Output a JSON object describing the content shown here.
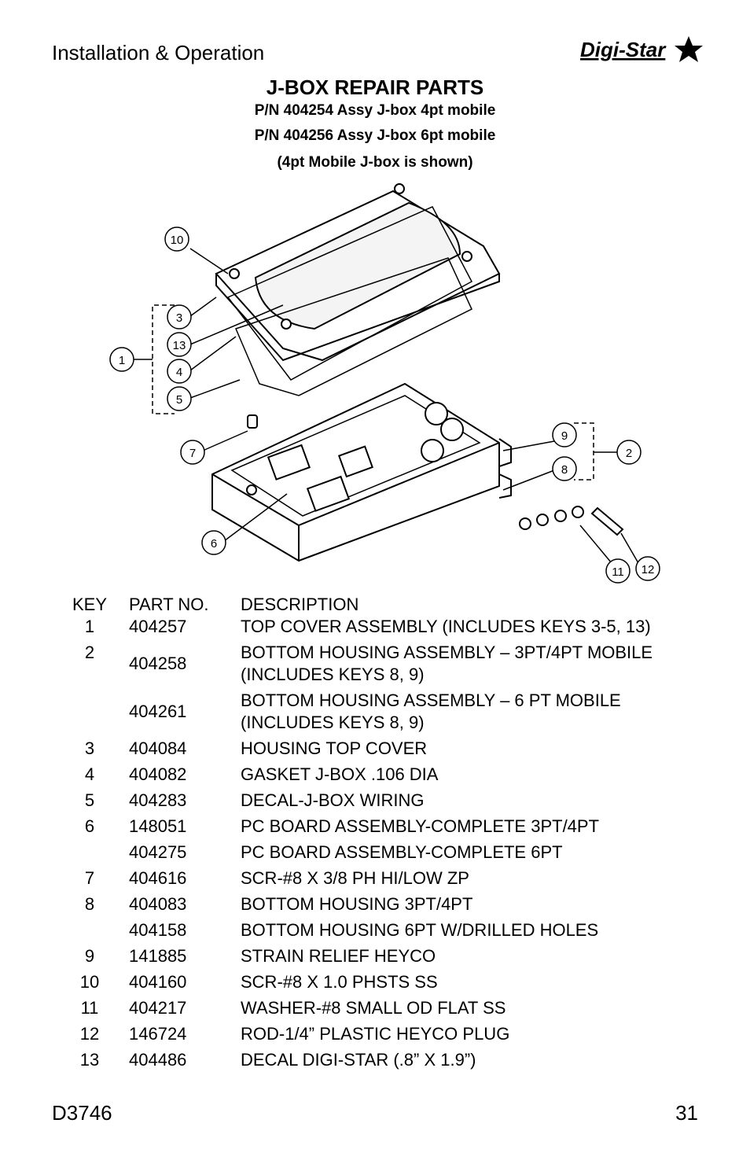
{
  "header": {
    "section": "Installation & Operation",
    "logo_text": "Digi-Star"
  },
  "title": "J-BOX REPAIR PARTS",
  "subtitles": [
    "P/N 404254 Assy J-box 4pt mobile",
    "P/N 404256 Assy J-box 6pt mobile",
    "(4pt Mobile J-box is shown)"
  ],
  "callouts": [
    "1",
    "2",
    "3",
    "4",
    "5",
    "6",
    "7",
    "8",
    "9",
    "10",
    "11",
    "12",
    "13"
  ],
  "table": {
    "headers": {
      "key": "KEY",
      "part": "PART NO.",
      "desc": "DESCRIPTION"
    },
    "rows": [
      {
        "key": "1",
        "part": "404257",
        "desc": "TOP COVER ASSEMBLY (INCLUDES KEYS 3-5, 13)"
      },
      {
        "key": "2",
        "part": "404258",
        "desc": "BOTTOM HOUSING ASSEMBLY – 3PT/4PT MOBILE",
        "desc2": "(INCLUDES KEYS 8, 9)"
      },
      {
        "key": "",
        "part": "404261",
        "desc": "BOTTOM HOUSING ASSEMBLY – 6 PT MOBILE",
        "desc2": "(INCLUDES KEYS 8, 9)"
      },
      {
        "key": "3",
        "part": "404084",
        "desc": "HOUSING TOP COVER"
      },
      {
        "key": "4",
        "part": "404082",
        "desc": "GASKET J-BOX .106 DIA"
      },
      {
        "key": "5",
        "part": "404283",
        "desc": "DECAL-J-BOX WIRING"
      },
      {
        "key": "6",
        "part": "148051",
        "desc": "PC BOARD ASSEMBLY-COMPLETE 3PT/4PT"
      },
      {
        "key": "",
        "part": "404275",
        "desc": "PC BOARD ASSEMBLY-COMPLETE 6PT"
      },
      {
        "key": "7",
        "part": "404616",
        "desc": "SCR-#8 X 3/8 PH HI/LOW ZP"
      },
      {
        "key": "8",
        "part": "404083",
        "desc": "BOTTOM HOUSING 3PT/4PT"
      },
      {
        "key": "",
        "part": "404158",
        "desc": "BOTTOM HOUSING 6PT W/DRILLED HOLES"
      },
      {
        "key": "9",
        "part": "141885",
        "desc": "STRAIN RELIEF HEYCO"
      },
      {
        "key": "10",
        "part": "404160",
        "desc": "SCR-#8 X 1.0 PHSTS SS"
      },
      {
        "key": "11",
        "part": "404217",
        "desc": "WASHER-#8 SMALL OD FLAT SS"
      },
      {
        "key": "12",
        "part": "146724",
        "desc": "ROD-1/4” PLASTIC HEYCO PLUG"
      },
      {
        "key": "13",
        "part": "404486",
        "desc": "DECAL DIGI-STAR (.8” X 1.9”)"
      }
    ]
  },
  "footer": {
    "doc": "D3746",
    "page": "31"
  }
}
